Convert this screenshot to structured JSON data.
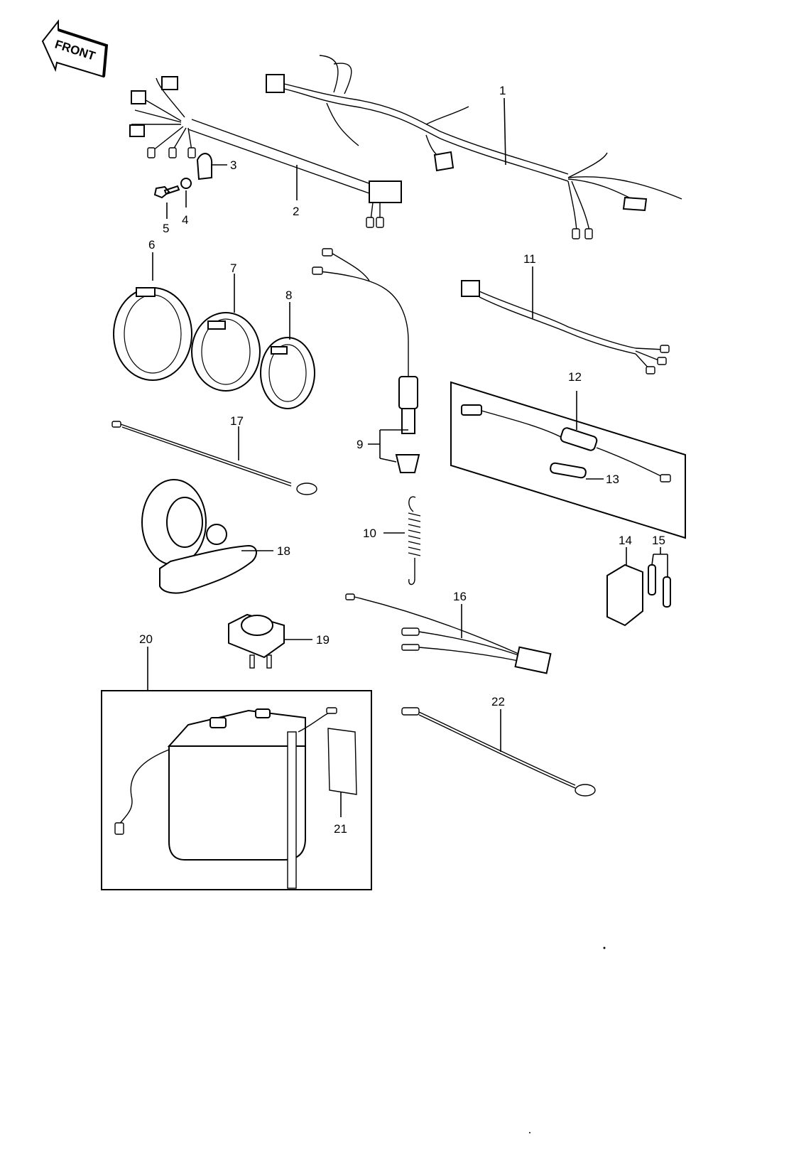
{
  "badge": {
    "text": "FRONT"
  },
  "callouts": [
    {
      "id": "1",
      "text": "1"
    },
    {
      "id": "2",
      "text": "2"
    },
    {
      "id": "3",
      "text": "3"
    },
    {
      "id": "4",
      "text": "4"
    },
    {
      "id": "5",
      "text": "5"
    },
    {
      "id": "6",
      "text": "6"
    },
    {
      "id": "7",
      "text": "7"
    },
    {
      "id": "8",
      "text": "8"
    },
    {
      "id": "9",
      "text": "9"
    },
    {
      "id": "10",
      "text": "10"
    },
    {
      "id": "11",
      "text": "11"
    },
    {
      "id": "12",
      "text": "12"
    },
    {
      "id": "13",
      "text": "13"
    },
    {
      "id": "14",
      "text": "14"
    },
    {
      "id": "15",
      "text": "15"
    },
    {
      "id": "16",
      "text": "16"
    },
    {
      "id": "17",
      "text": "17"
    },
    {
      "id": "18",
      "text": "18"
    },
    {
      "id": "19",
      "text": "19"
    },
    {
      "id": "20",
      "text": "20"
    },
    {
      "id": "21",
      "text": "21"
    },
    {
      "id": "22",
      "text": "22"
    }
  ]
}
